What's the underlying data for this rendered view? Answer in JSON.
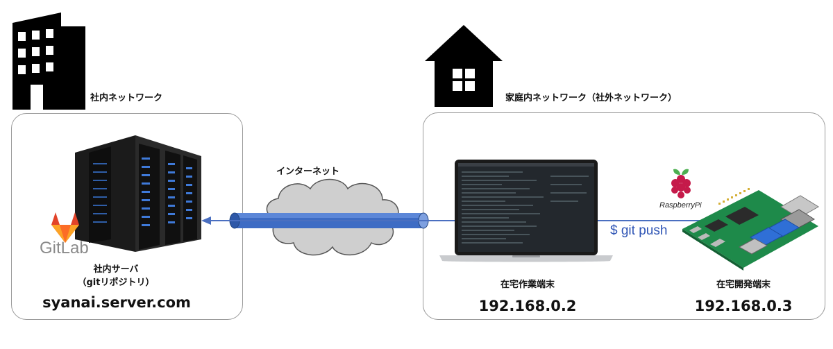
{
  "office": {
    "network_label": "社内ネットワーク",
    "server_title": "社内サーバ",
    "server_subtitle": "（gitリポジトリ）",
    "hostname": "syanai.server.com",
    "gitlab_text": "GitLab"
  },
  "home": {
    "network_label": "家庭内ネットワーク（社外ネットワーク）",
    "laptop_label": "在宅作業端末",
    "laptop_ip": "192.168.0.2",
    "pi_label": "在宅開発端末",
    "pi_ip": "192.168.0.3",
    "pi_brand": "RaspberryPi"
  },
  "internet_label": "インターネット",
  "command": "$ git push",
  "colors": {
    "arrow": "#4a6fc0",
    "tunnel": "#3e6cc4",
    "command_text": "#2f55b5"
  }
}
